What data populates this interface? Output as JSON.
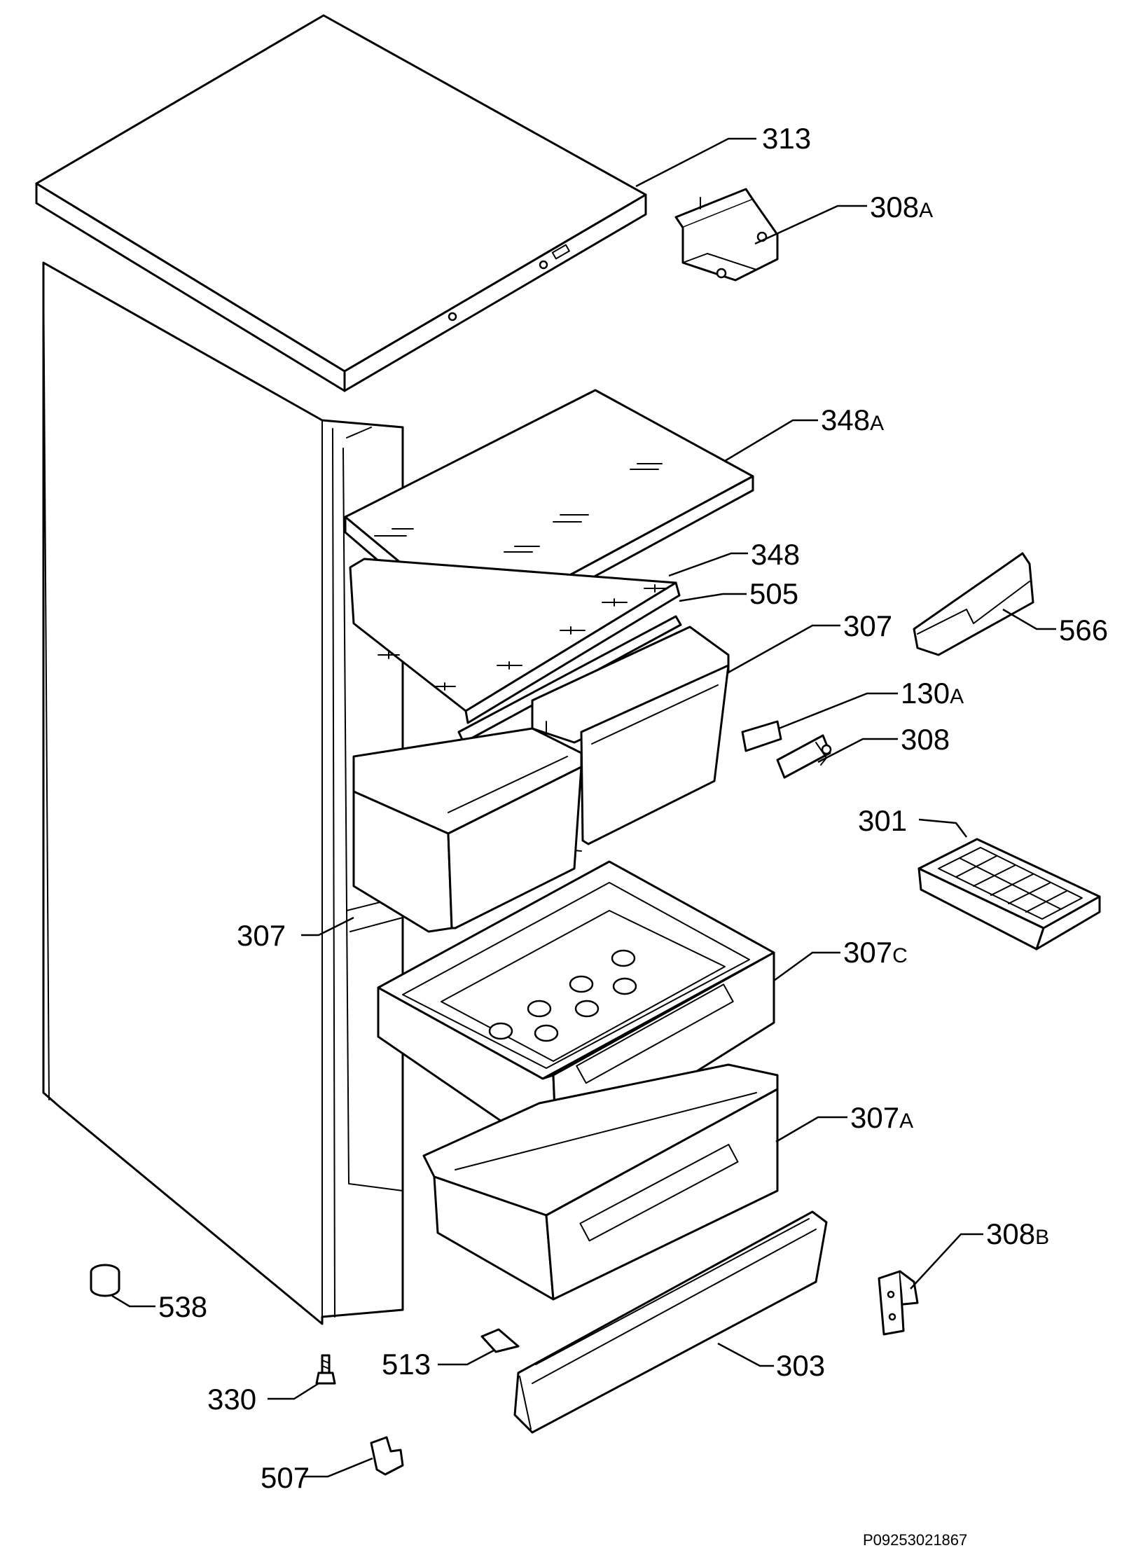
{
  "diagram": {
    "reference_code": "P09253021867",
    "callouts": [
      {
        "id": "313",
        "number": "313",
        "suffix": ""
      },
      {
        "id": "308A",
        "number": "308",
        "suffix": "A"
      },
      {
        "id": "348A",
        "number": "348",
        "suffix": "A"
      },
      {
        "id": "348",
        "number": "348",
        "suffix": ""
      },
      {
        "id": "505",
        "number": "505",
        "suffix": ""
      },
      {
        "id": "307-right",
        "number": "307",
        "suffix": ""
      },
      {
        "id": "566",
        "number": "566",
        "suffix": ""
      },
      {
        "id": "130A",
        "number": "130",
        "suffix": "A"
      },
      {
        "id": "308",
        "number": "308",
        "suffix": ""
      },
      {
        "id": "301",
        "number": "301",
        "suffix": ""
      },
      {
        "id": "307-left",
        "number": "307",
        "suffix": ""
      },
      {
        "id": "307C",
        "number": "307",
        "suffix": "C"
      },
      {
        "id": "307A",
        "number": "307",
        "suffix": "A"
      },
      {
        "id": "308B",
        "number": "308",
        "suffix": "B"
      },
      {
        "id": "538",
        "number": "538",
        "suffix": ""
      },
      {
        "id": "513",
        "number": "513",
        "suffix": ""
      },
      {
        "id": "303",
        "number": "303",
        "suffix": ""
      },
      {
        "id": "330",
        "number": "330",
        "suffix": ""
      },
      {
        "id": "507",
        "number": "507",
        "suffix": ""
      }
    ]
  }
}
